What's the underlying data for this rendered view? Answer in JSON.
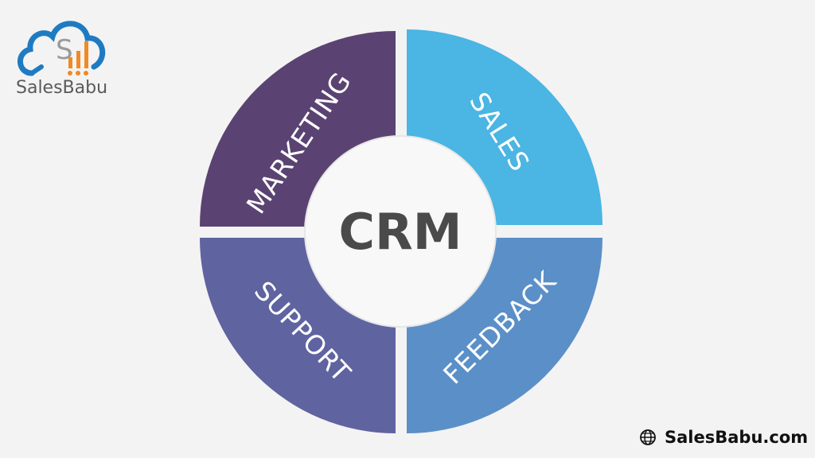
{
  "logo": {
    "brand": "SalesBabu",
    "monogram": "S"
  },
  "diagram": {
    "center": "CRM",
    "segments": [
      {
        "label": "MARKETING",
        "color": "#5a4372"
      },
      {
        "label": "SALES",
        "color": "#4bb5e3"
      },
      {
        "label": "SUPPORT",
        "color": "#5f63a0"
      },
      {
        "label": "FEEDBACK",
        "color": "#5b8fc8"
      }
    ]
  },
  "footer": {
    "website": "SalesBabu.com",
    "icon": "globe-icon"
  }
}
